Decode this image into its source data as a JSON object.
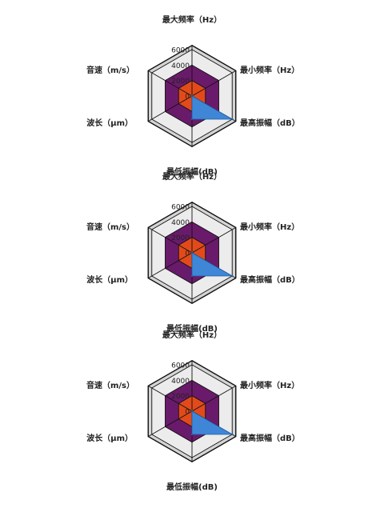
{
  "chart_data": [
    {
      "type": "radar",
      "axes": [
        "最大频率（Hz）",
        "最小频率（Hz）",
        "最高振幅（dB）",
        "最低振幅(dB)",
        "波长（μm）",
        "音速（m/s）"
      ],
      "rlim": [
        0,
        6000
      ],
      "ticks": [
        {
          "value": 6000,
          "label": "6000"
        },
        {
          "value": 4000,
          "label": "4000"
        },
        {
          "value": 2000,
          "label": "2000"
        },
        {
          "value": 0,
          "label": "0"
        }
      ],
      "bands": [
        {
          "from": 4000,
          "to": 6000,
          "color": "#ececec"
        },
        {
          "from": 2000,
          "to": 4000,
          "color": "#6a1a6b"
        },
        {
          "from": 0,
          "to": 2000,
          "color": "#e34a1a"
        }
      ],
      "series": [
        {
          "values": [
            0,
            0,
            6000,
            3000,
            0,
            0
          ],
          "color": "#3f86d6"
        }
      ]
    },
    {
      "type": "radar",
      "axes": [
        "最大频率（Hz）",
        "最小频率（Hz）",
        "最高振幅（dB）",
        "最低振幅(dB)",
        "波长（μm）",
        "音速（m/s）"
      ],
      "rlim": [
        0,
        6000
      ],
      "ticks": [
        {
          "value": 6000,
          "label": "6000"
        },
        {
          "value": 4000,
          "label": "4000"
        },
        {
          "value": 2000,
          "label": "2000"
        },
        {
          "value": 0,
          "label": "0"
        }
      ],
      "bands": [
        {
          "from": 4000,
          "to": 6000,
          "color": "#ececec"
        },
        {
          "from": 2000,
          "to": 4000,
          "color": "#6a1a6b"
        },
        {
          "from": 0,
          "to": 2000,
          "color": "#e34a1a"
        }
      ],
      "series": [
        {
          "values": [
            0,
            0,
            6000,
            3000,
            0,
            0
          ],
          "color": "#3f86d6"
        }
      ]
    },
    {
      "type": "radar",
      "axes": [
        "最大频率（Hz）",
        "最小频率（Hz）",
        "最高振幅（dB）",
        "最低振幅(dB)",
        "波长（μm）",
        "音速（m/s）"
      ],
      "rlim": [
        0,
        6000
      ],
      "ticks": [
        {
          "value": 6000,
          "label": "6000"
        },
        {
          "value": 4000,
          "label": "4000"
        },
        {
          "value": 2000,
          "label": "2000"
        },
        {
          "value": 0,
          "label": "0"
        }
      ],
      "bands": [
        {
          "from": 4000,
          "to": 6000,
          "color": "#ececec"
        },
        {
          "from": 2000,
          "to": 4000,
          "color": "#6a1a6b"
        },
        {
          "from": 0,
          "to": 2000,
          "color": "#e34a1a"
        }
      ],
      "series": [
        {
          "values": [
            0,
            0,
            6000,
            3000,
            0,
            0
          ],
          "color": "#3f86d6"
        }
      ]
    }
  ]
}
